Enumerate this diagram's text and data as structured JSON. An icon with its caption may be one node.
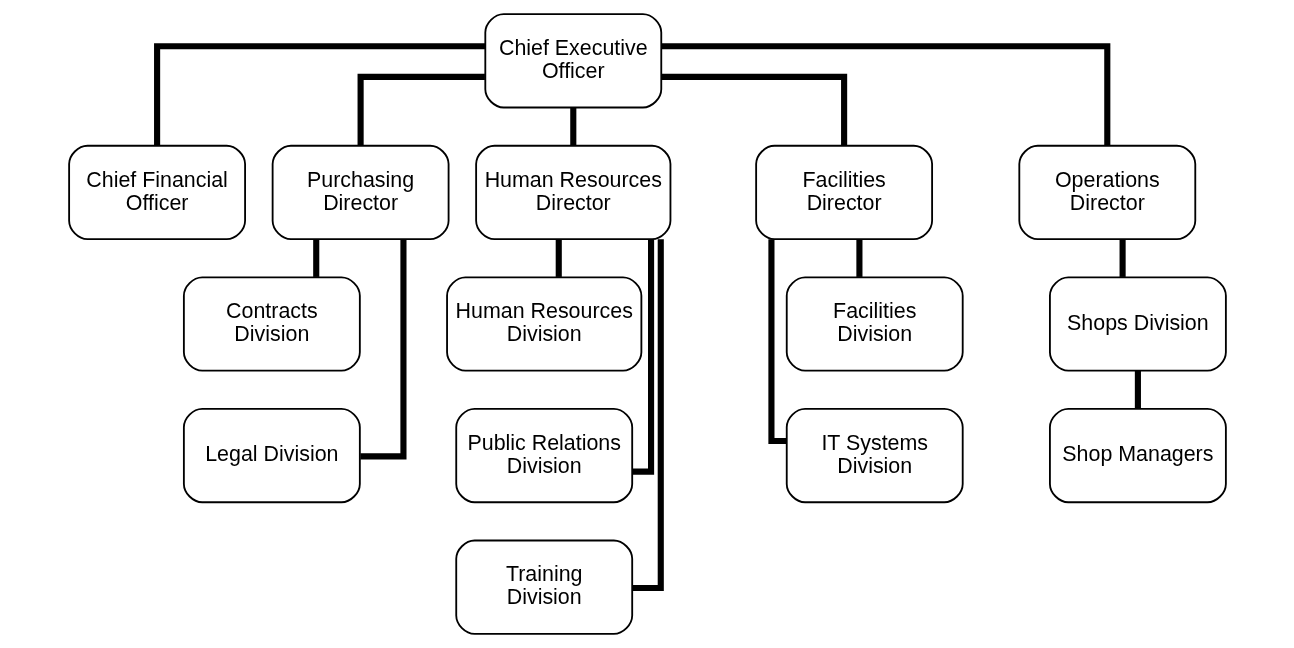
{
  "diagram": {
    "nodes": [
      {
        "text": [
          "Chief Executive Officer"
        ]
      },
      {
        "text": [
          "Chief Financial Officer"
        ]
      },
      {
        "text": [
          "Purchasing Director"
        ]
      },
      {
        "text": [
          "Human Resources Director"
        ]
      },
      {
        "text": [
          "Facilities Director"
        ]
      },
      {
        "text": [
          "Operations Director"
        ]
      },
      {
        "text": [
          "Contracts Division"
        ]
      },
      {
        "text": [
          "Legal Division"
        ]
      },
      {
        "text": [
          "Human Resources Division"
        ]
      },
      {
        "text": [
          "Public Relations Division"
        ]
      },
      {
        "text": [
          "Training Division"
        ]
      },
      {
        "text": [
          "Facilities Division"
        ]
      },
      {
        "text": [
          "IT Systems Division"
        ]
      },
      {
        "text": [
          "Shops Division"
        ]
      },
      {
        "text": [
          "Shop Managers"
        ]
      }
    ],
    "edges": [
      {
        "from": 0,
        "to": 1,
        "arrow": "none"
      },
      {
        "from": 0,
        "to": 2,
        "arrow": "none"
      },
      {
        "from": 0,
        "to": 3,
        "arrow": "none"
      },
      {
        "from": 0,
        "to": 4,
        "arrow": "none"
      },
      {
        "from": 0,
        "to": 5,
        "arrow": "none"
      },
      {
        "from": 2,
        "to": 6,
        "arrow": "none"
      },
      {
        "from": 2,
        "to": 7,
        "arrow": "none"
      },
      {
        "from": 3,
        "to": 8,
        "arrow": "none"
      },
      {
        "from": 3,
        "to": 9,
        "arrow": "none"
      },
      {
        "from": 3,
        "to": 10,
        "arrow": "none"
      },
      {
        "from": 4,
        "to": 11,
        "arrow": "none"
      },
      {
        "from": 4,
        "to": 12,
        "arrow": "none"
      },
      {
        "from": 5,
        "to": 13,
        "arrow": "none"
      },
      {
        "from": 13,
        "to": 14,
        "arrow": "none"
      }
    ]
  }
}
